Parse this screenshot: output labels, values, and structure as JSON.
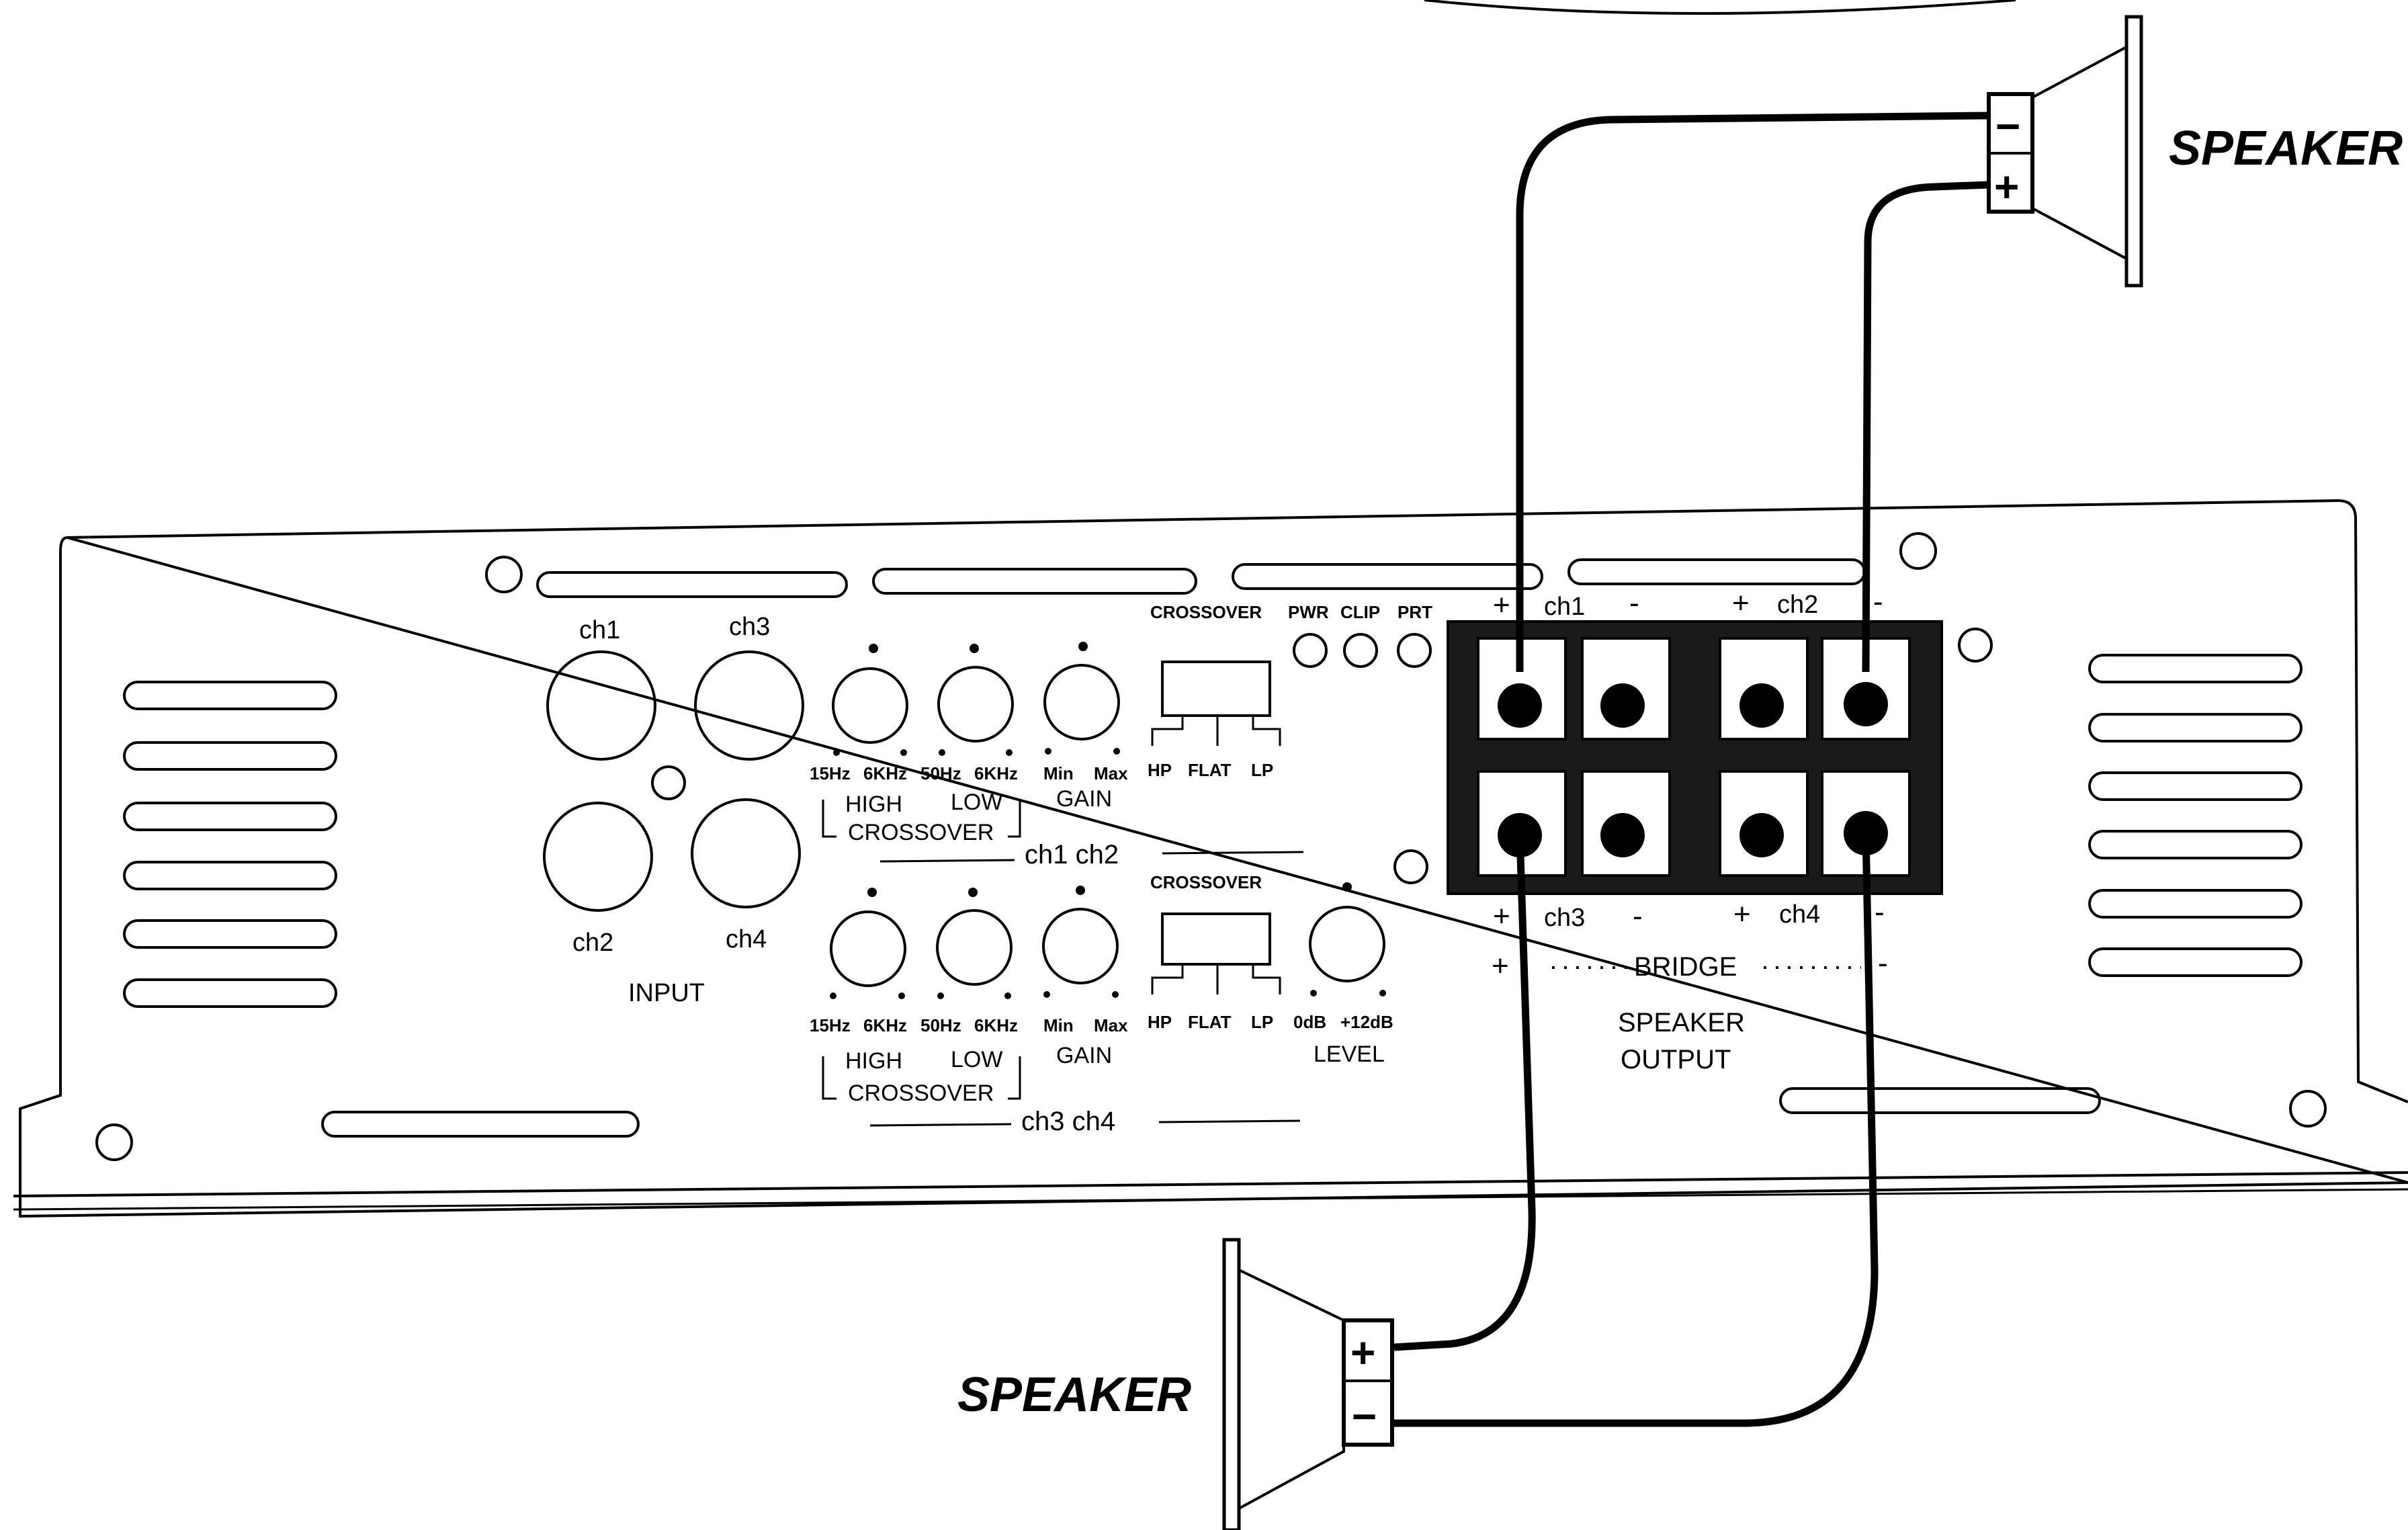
{
  "amplifier": {
    "input": {
      "title": "INPUT",
      "channels": [
        "ch1",
        "ch3",
        "ch2",
        "ch4"
      ]
    },
    "controls_top": {
      "high_range": [
        "15Hz",
        "6KHz"
      ],
      "low_range": [
        "50Hz",
        "6KHz"
      ],
      "gain_range": [
        "Min",
        "Max"
      ],
      "high_label": "HIGH",
      "low_label": "LOW",
      "gain_label": "GAIN",
      "crossover_label": "CROSSOVER",
      "channels_label": "ch1  ch2",
      "switch_title": "CROSSOVER",
      "switch_positions": [
        "HP",
        "FLAT",
        "LP"
      ]
    },
    "controls_bottom": {
      "high_range": [
        "15Hz",
        "6KHz"
      ],
      "low_range": [
        "50Hz",
        "6KHz"
      ],
      "gain_range": [
        "Min",
        "Max"
      ],
      "high_label": "HIGH",
      "low_label": "LOW",
      "gain_label": "GAIN",
      "crossover_label": "CROSSOVER",
      "channels_label": "ch3  ch4",
      "switch_title": "CROSSOVER",
      "switch_positions": [
        "HP",
        "FLAT",
        "LP"
      ],
      "level_label": "LEVEL",
      "level_range": [
        "0dB",
        "+12dB"
      ]
    },
    "indicators": [
      "PWR",
      "CLIP",
      "PRT"
    ],
    "speaker_output": {
      "top_labels": {
        "ch1": "ch1",
        "ch2": "ch2",
        "plus": "+",
        "minus": "-"
      },
      "bottom_labels": {
        "ch3": "ch3",
        "ch4": "ch4",
        "plus": "+",
        "minus": "-"
      },
      "bridge_label": "BRIDGE",
      "title_line1": "SPEAKER",
      "title_line2": "OUTPUT"
    }
  },
  "speakers": {
    "top": {
      "label": "SPEAKER",
      "terminal_minus": "−",
      "terminal_plus": "+"
    },
    "bottom": {
      "label": "SPEAKER",
      "terminal_plus": "+",
      "terminal_minus": "−"
    }
  }
}
